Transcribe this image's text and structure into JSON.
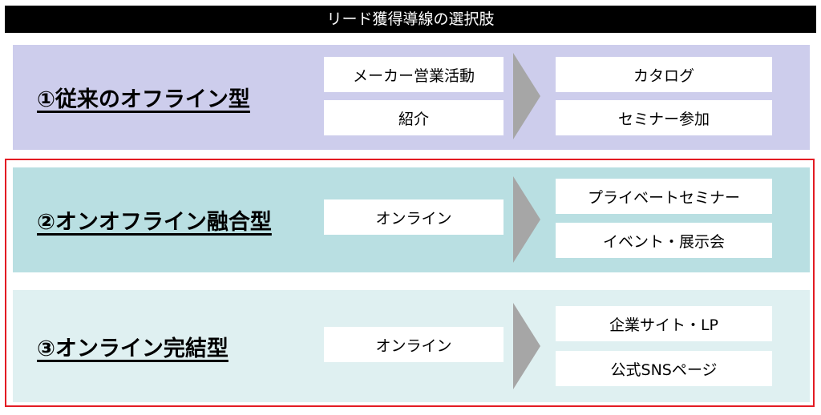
{
  "header": {
    "title": "リード獲得導線の選択肢"
  },
  "bands": [
    {
      "title": "①従来のオフライン型",
      "sources": [
        "メーカー営業活動",
        "紹介"
      ],
      "channels": [
        "カタログ",
        "セミナー参加"
      ],
      "color": "#cdcdec"
    },
    {
      "title": "②オンオフライン融合型",
      "sources": [
        "オンライン"
      ],
      "channels": [
        "プライベートセミナー",
        "イベント・展示会"
      ],
      "color": "#b9dfe2"
    },
    {
      "title": "③オンライン完結型",
      "sources": [
        "オンライン"
      ],
      "channels": [
        "企業サイト・LP",
        "公式SNSページ"
      ],
      "color": "#dff0f1"
    }
  ],
  "colors": {
    "header_bg": "#000000",
    "arrow": "#a6a6a6",
    "highlight_frame": "#e31b23"
  },
  "icons": {
    "arrow": "chevron-right-arrow-icon"
  }
}
